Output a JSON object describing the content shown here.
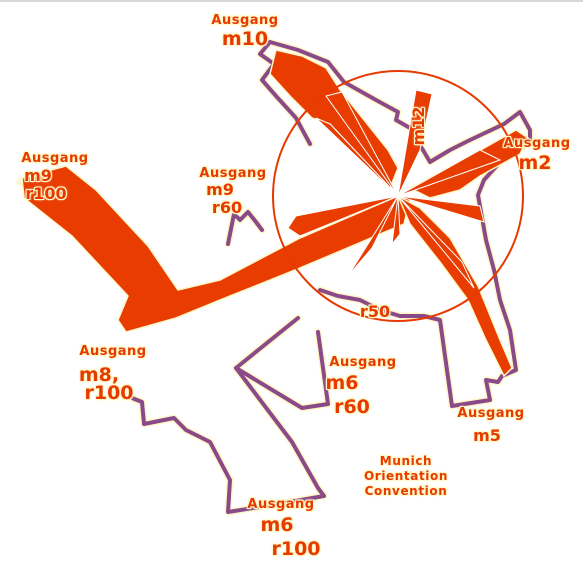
{
  "colors": {
    "corridor_fill": "#e83c00",
    "wall_stroke": "#8a4a8a",
    "halo": "#fff6c8",
    "label": "#e63a00",
    "circle": "#e63a00"
  },
  "exits": {
    "m10": {
      "exit": "Ausgang",
      "code": "m10"
    },
    "m9r100": {
      "exit": "Ausgang",
      "code1": "m9",
      "code2": "r100"
    },
    "m9r60": {
      "exit": "Ausgang",
      "code1": "m9",
      "code2": "r60"
    },
    "m2": {
      "exit": "Ausgang",
      "code": "m2"
    },
    "m8r100": {
      "exit": "Ausgang",
      "code1": "m8,",
      "code2": "r100"
    },
    "m6r60": {
      "exit": "Ausgang",
      "code1": "m6",
      "code2": "r60"
    },
    "m5": {
      "exit": "Ausgang",
      "code": "m5"
    },
    "m6r100": {
      "exit": "Ausgang",
      "code1": "m6",
      "code2": "r100"
    }
  },
  "ring": {
    "radius_label": "r50",
    "north_label": "m12"
  },
  "legend": {
    "line1": "Munich",
    "line2": "Orientation",
    "line3": "Convention"
  }
}
